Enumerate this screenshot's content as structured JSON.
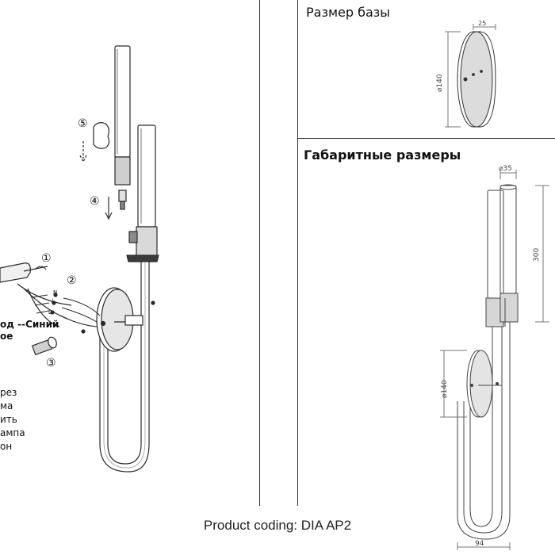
{
  "sections": {
    "base_size": {
      "title": "Размер базы",
      "dim_thickness": "25",
      "dim_diameter": "⌀140"
    },
    "overall_dims": {
      "title": "Габаритные размеры",
      "dim_tube_diameter": "⌀35",
      "dim_tube_length": "300",
      "dim_base_diameter": "⌀140",
      "dim_width": "94"
    }
  },
  "assembly": {
    "steps": [
      "①",
      "②",
      "③",
      "④",
      "⑤"
    ],
    "terminals": [
      "N",
      "⏚",
      "L"
    ],
    "wire_note": "од --Синий",
    "wire_note_2": "ое",
    "instruction_lines": [
      "рез",
      "ма",
      "ить",
      "ампа",
      "он"
    ]
  },
  "footer": {
    "product_coding": "Product coding: DIA AP2"
  }
}
